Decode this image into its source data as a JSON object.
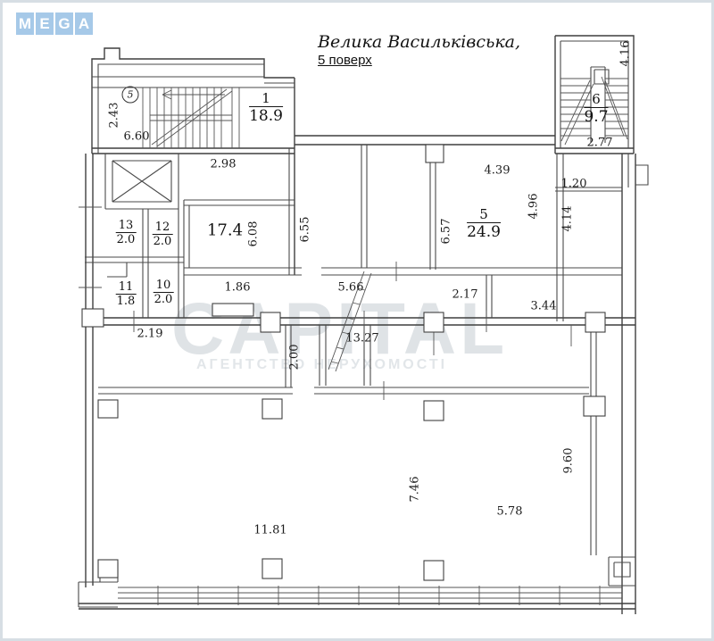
{
  "logo": {
    "letters": [
      "M",
      "E",
      "G",
      "A"
    ],
    "tile_color": "#a6c9e8",
    "letter_color": "#ffffff"
  },
  "title": {
    "line1": "Велика Васильківська,",
    "line2": "5 поверх"
  },
  "watermark": {
    "main": "CAPITAL",
    "sub": "АГЕНТСТВО НЕРУХОМОСТІ"
  },
  "plan": {
    "stair_mark": "5",
    "rooms": {
      "r1": {
        "num": "1",
        "area": "18.9"
      },
      "r6": {
        "num": "6",
        "area": "9.7"
      },
      "r5": {
        "num": "5",
        "area": "24.9"
      },
      "r13": {
        "num": "13",
        "area": "2.0"
      },
      "r12": {
        "num": "12",
        "area": "2.0"
      },
      "r11": {
        "num": "11",
        "area": "1.8"
      },
      "r10": {
        "num": "10",
        "area": "2.0"
      }
    },
    "areas": {
      "a17": "17.4"
    },
    "dims": {
      "d2_43": "2.43",
      "d6_60": "6.60",
      "d2_98": "2.98",
      "d6_08": "6.08",
      "d6_55": "6.55",
      "d6_57": "6.57",
      "d4_39": "4.39",
      "d4_96": "4.96",
      "d4_16": "4.16",
      "d2_77": "2.77",
      "d1_20": "1.20",
      "d4_14": "4.14",
      "d1_86": "1.86",
      "d5_66": "5.66",
      "d2_17": "2.17",
      "d3_44": "3.44",
      "d2_19": "2.19",
      "d13_27": "13.27",
      "d2_00": "2.00",
      "d11_81": "11.81",
      "d7_46": "7.46",
      "d5_78": "5.78",
      "d9_60": "9.60"
    }
  }
}
